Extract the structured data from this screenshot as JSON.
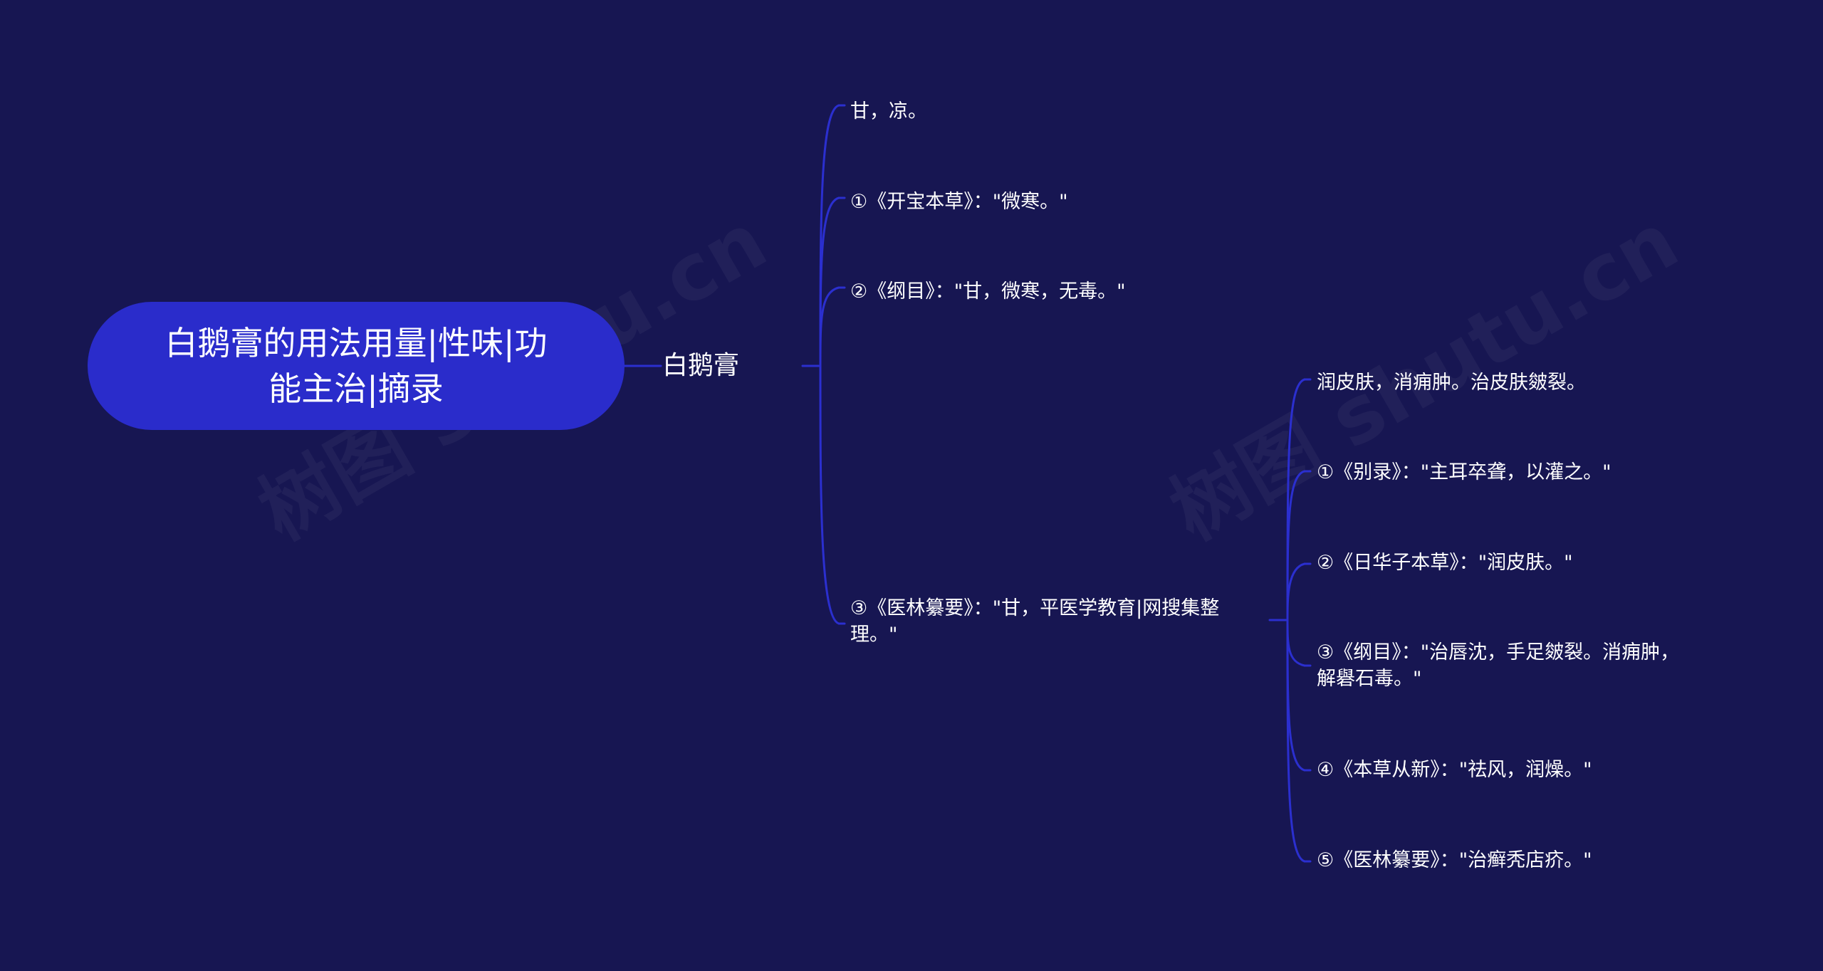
{
  "watermark": "树图 shutu.cn",
  "colors": {
    "background": "#171652",
    "root_fill": "#2a2ccb",
    "connector": "#2b2fcf",
    "text": "#ffffff"
  },
  "root": {
    "lines": [
      "白鹅膏的用法用量|性味|功",
      "能主治|摘录"
    ]
  },
  "hub": {
    "label": "白鹅膏"
  },
  "level1": [
    {
      "lines": [
        "甘，凉。"
      ]
    },
    {
      "lines": [
        "①《开宝本草》：\"微寒。\""
      ]
    },
    {
      "lines": [
        "②《纲目》：\"甘，微寒，无毒。\""
      ]
    },
    {
      "lines": [
        "③《医林纂要》：\"甘，平医学教育|网搜集整",
        "理。\""
      ]
    }
  ],
  "level2": [
    {
      "lines": [
        "润皮肤，消痈肿。治皮肤皴裂。"
      ]
    },
    {
      "lines": [
        "①《别录》：\"主耳卒聋，以灌之。\""
      ]
    },
    {
      "lines": [
        "②《日华子本草》：\"润皮肤。\""
      ]
    },
    {
      "lines": [
        "③《纲目》：\"治唇沈，手足皴裂。消痈肿，",
        "解礜石毒。\""
      ]
    },
    {
      "lines": [
        "④《本草从新》：\"祛风，润燥。\""
      ]
    },
    {
      "lines": [
        "⑤《医林纂要》：\"治癣秃店疥。\""
      ]
    }
  ]
}
